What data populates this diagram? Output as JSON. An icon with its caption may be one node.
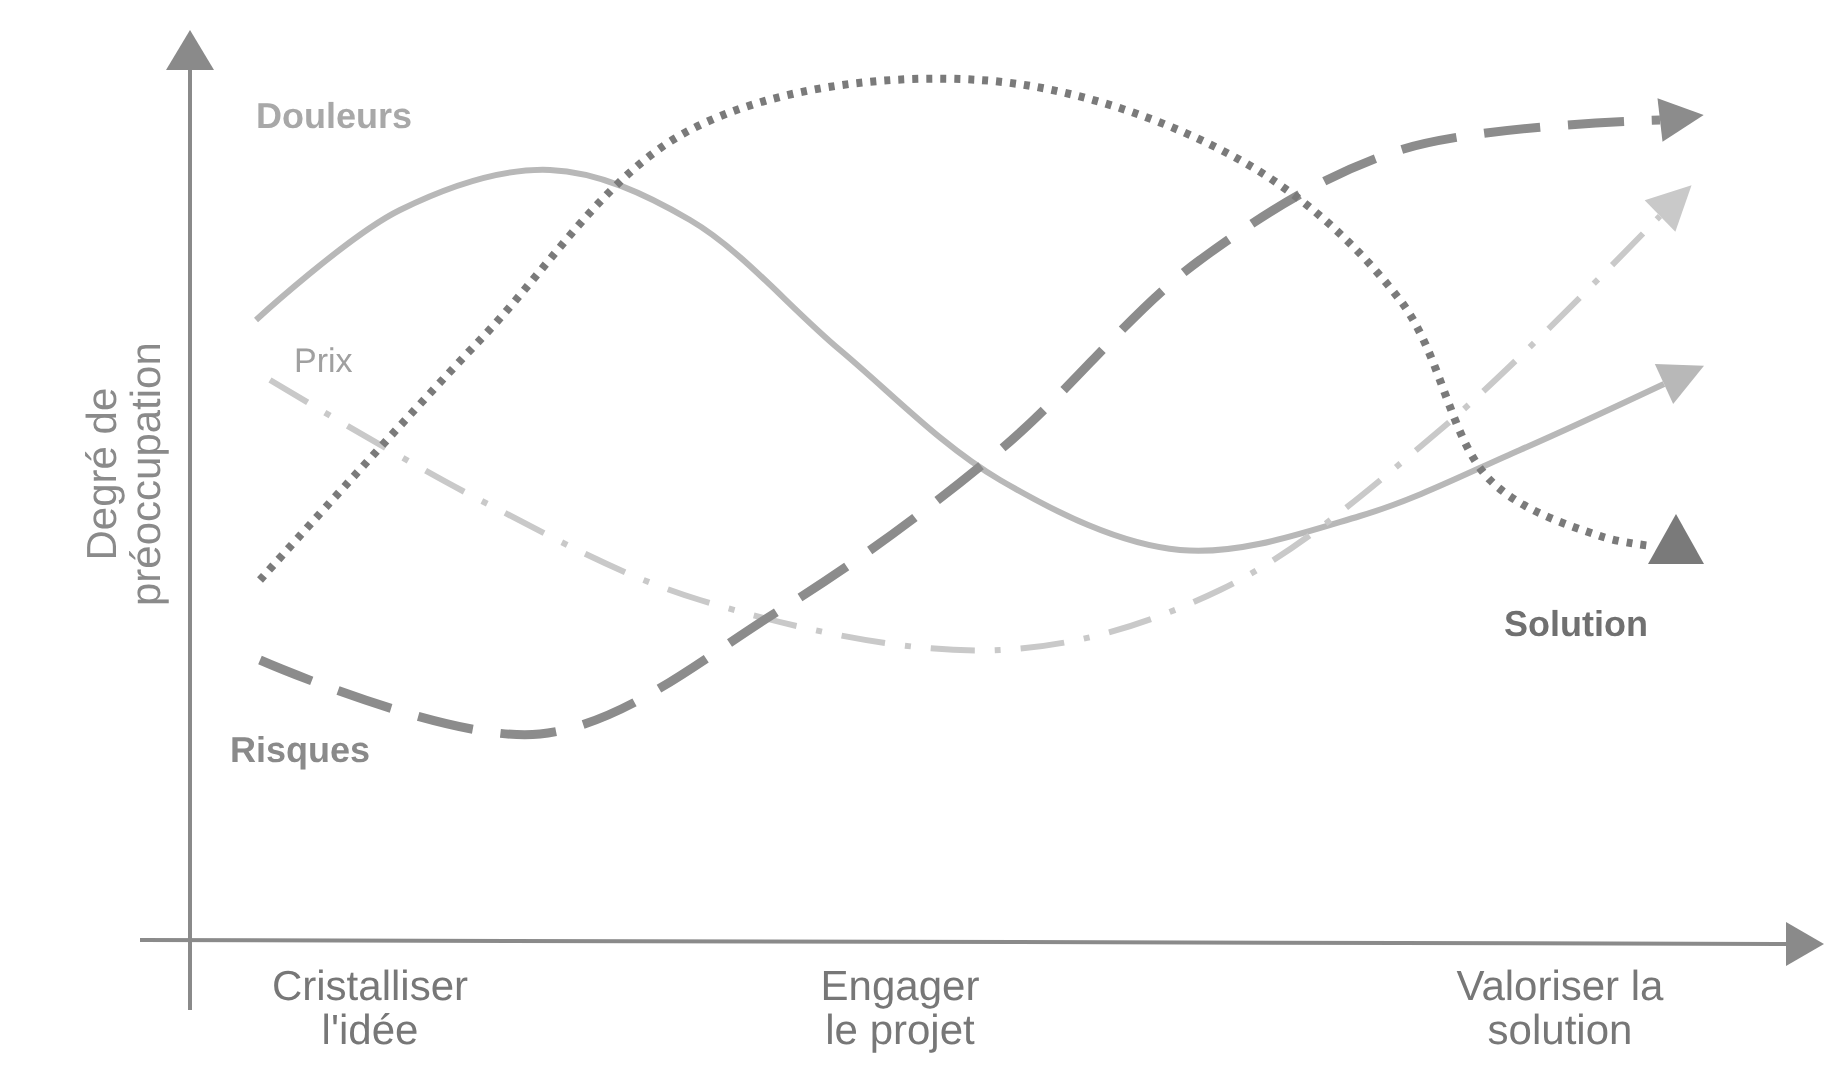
{
  "diagram": {
    "labels": [
      "Degré de préoccupation",
      "Douleurs",
      "Prix",
      "Risques",
      "Solution",
      "Cristalliser l'idée",
      "Engager le projet",
      "Valoriser la solution"
    ]
  }
}
